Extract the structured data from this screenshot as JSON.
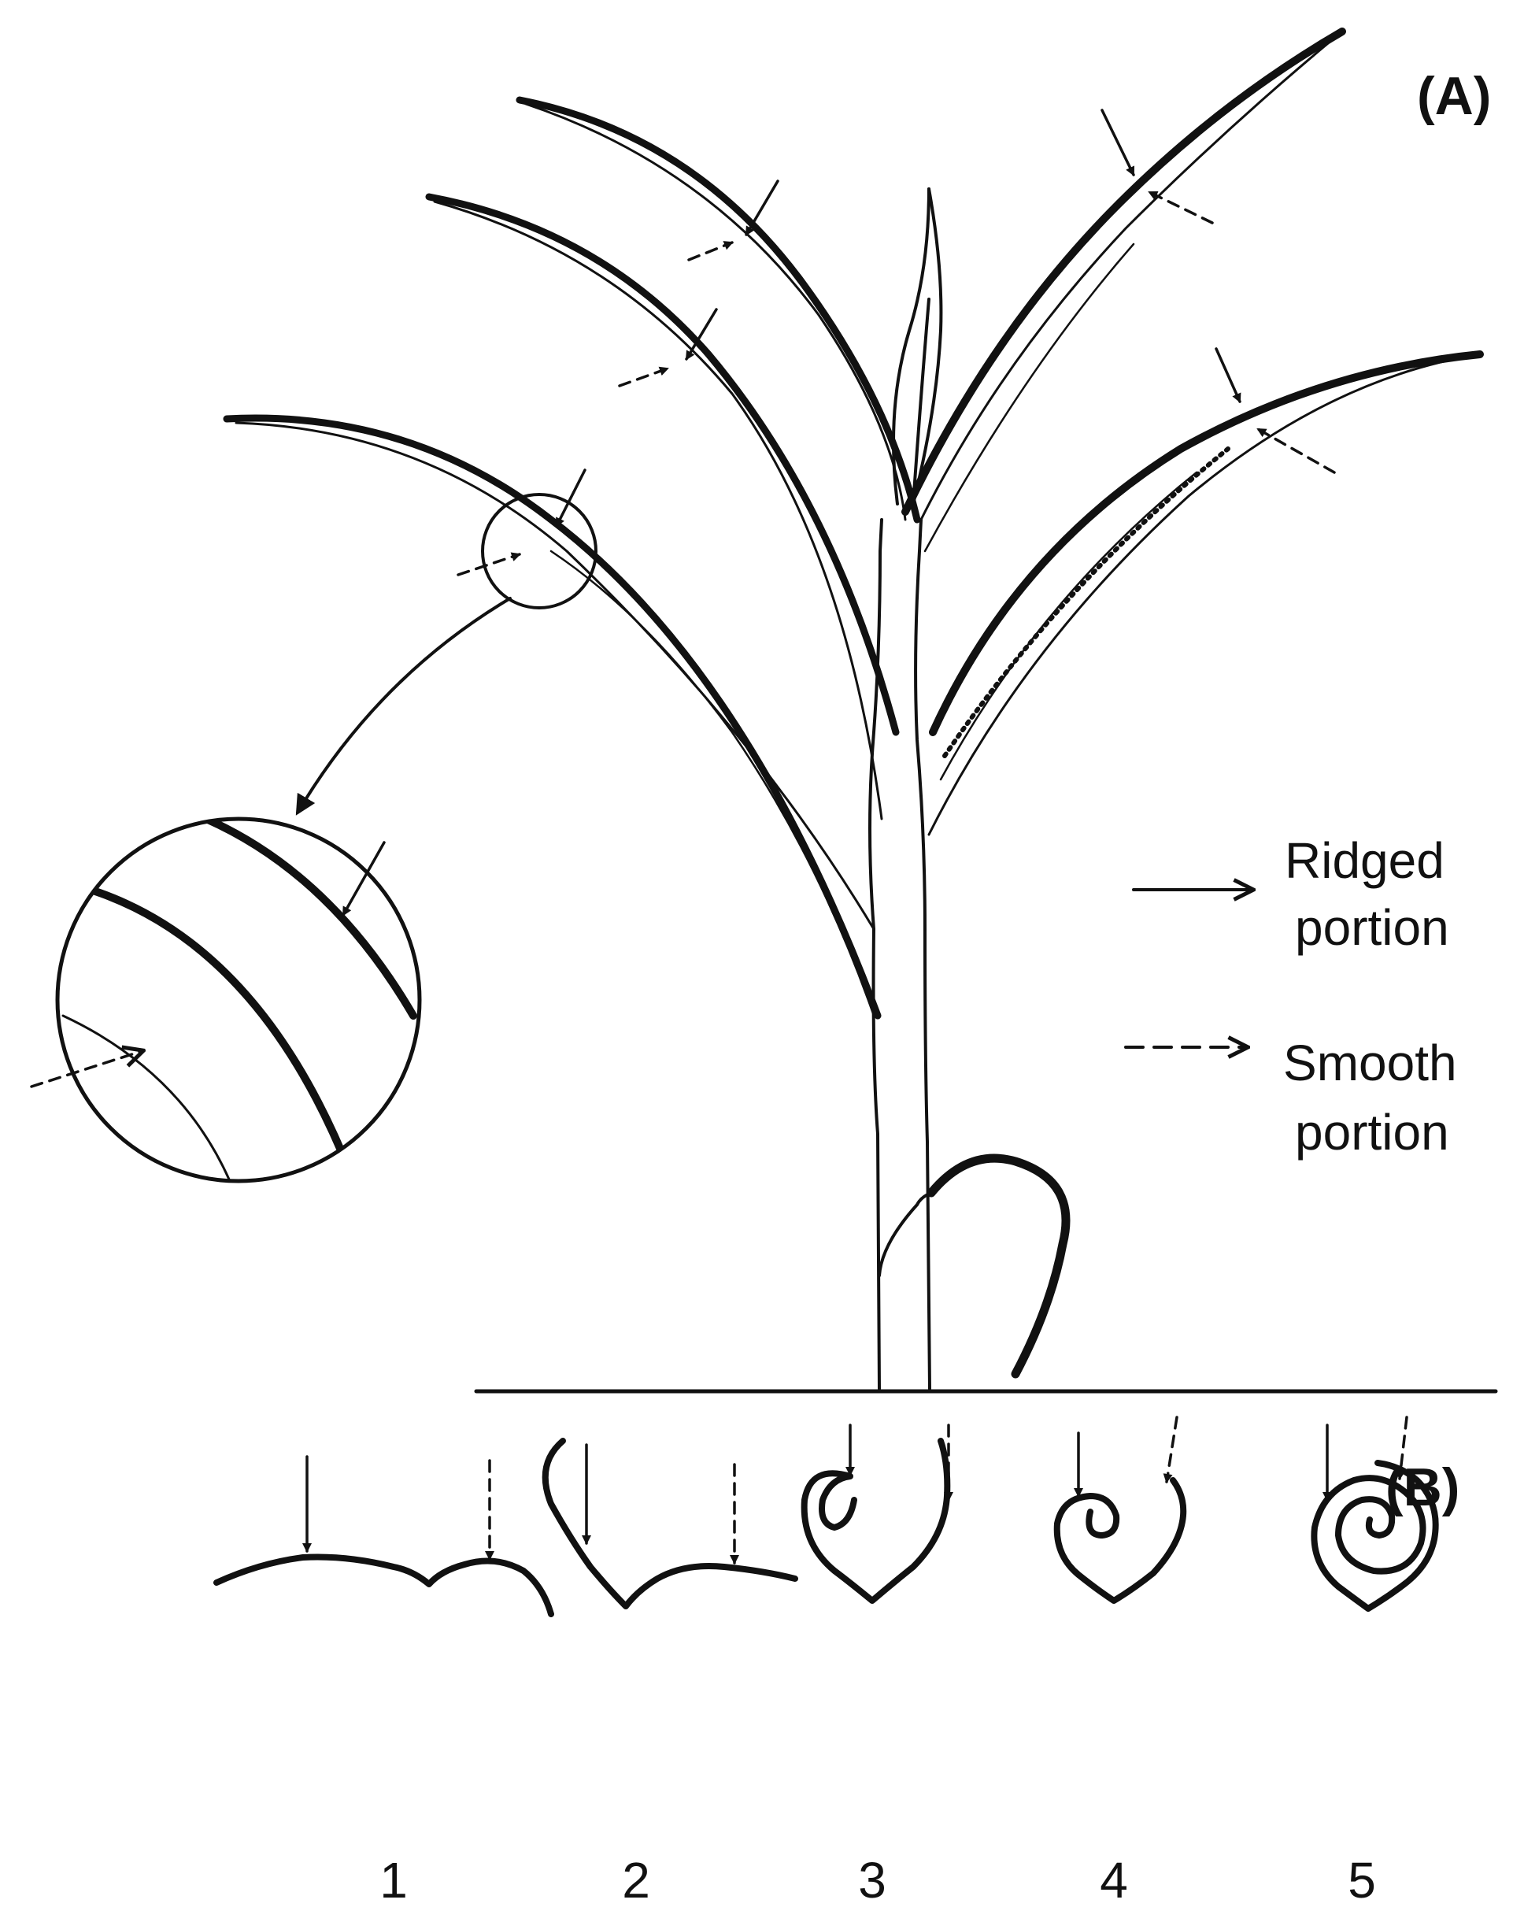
{
  "panels": {
    "a": "(A)",
    "b": "(B)"
  },
  "legend": {
    "ridged": {
      "line1": "Ridged",
      "line2": "portion"
    },
    "smooth": {
      "line1": "Smooth",
      "line2": "portion"
    }
  },
  "stages": [
    "1",
    "2",
    "3",
    "4",
    "5"
  ],
  "colors": {
    "ink": "#111111",
    "paper": "#ffffff"
  }
}
